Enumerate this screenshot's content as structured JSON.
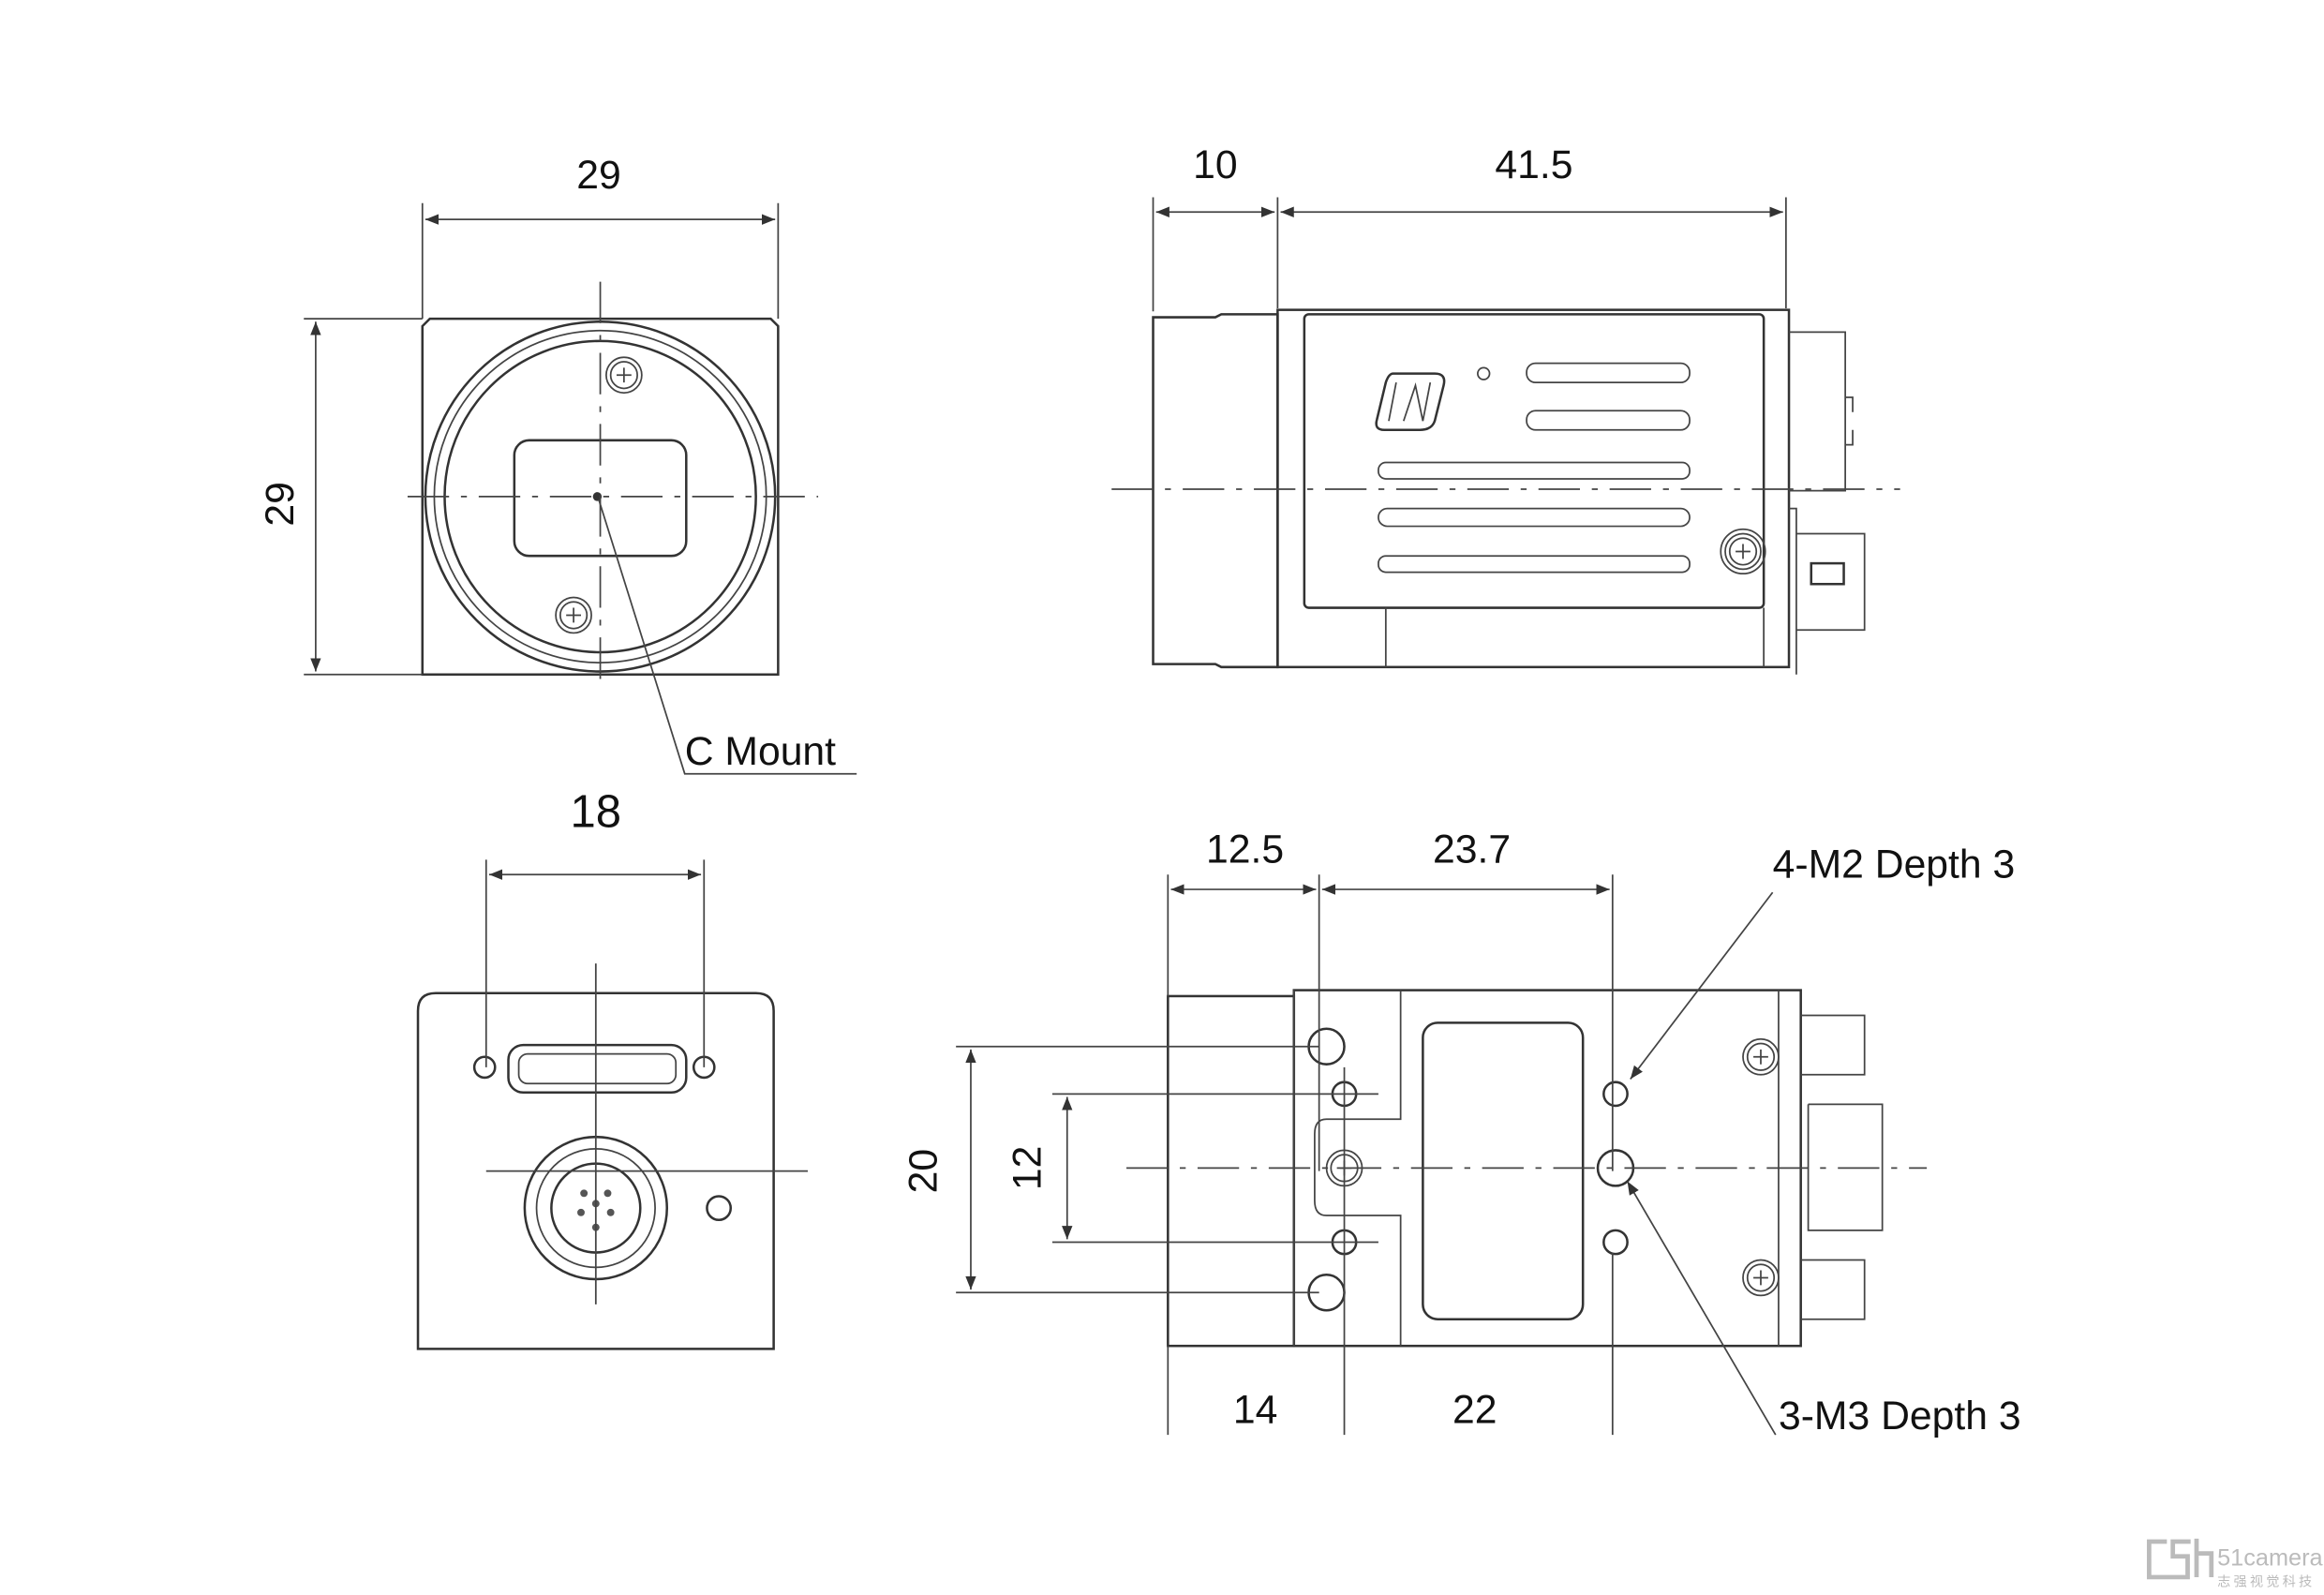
{
  "drawing": {
    "front_view": {
      "width_dim": "29",
      "height_dim": "29",
      "mount_label": "C Mount"
    },
    "side_view": {
      "lens_dim": "10",
      "body_dim": "41.5",
      "logo": "JAI"
    },
    "rear_view": {
      "hole_spacing_dim": "18"
    },
    "bottom_view": {
      "dim_top_1": "12.5",
      "dim_top_2": "23.7",
      "dim_left_outer": "20",
      "dim_left_inner": "12",
      "dim_bottom_1": "14",
      "dim_bottom_2": "22",
      "callout_m2": "4-M2 Depth 3",
      "callout_m3": "3-M3 Depth 3"
    }
  },
  "watermark": {
    "brand": "51camera",
    "subtitle": "志强视觉科技"
  },
  "colors": {
    "line": "#333333",
    "watermark": "#bbbbbb"
  }
}
